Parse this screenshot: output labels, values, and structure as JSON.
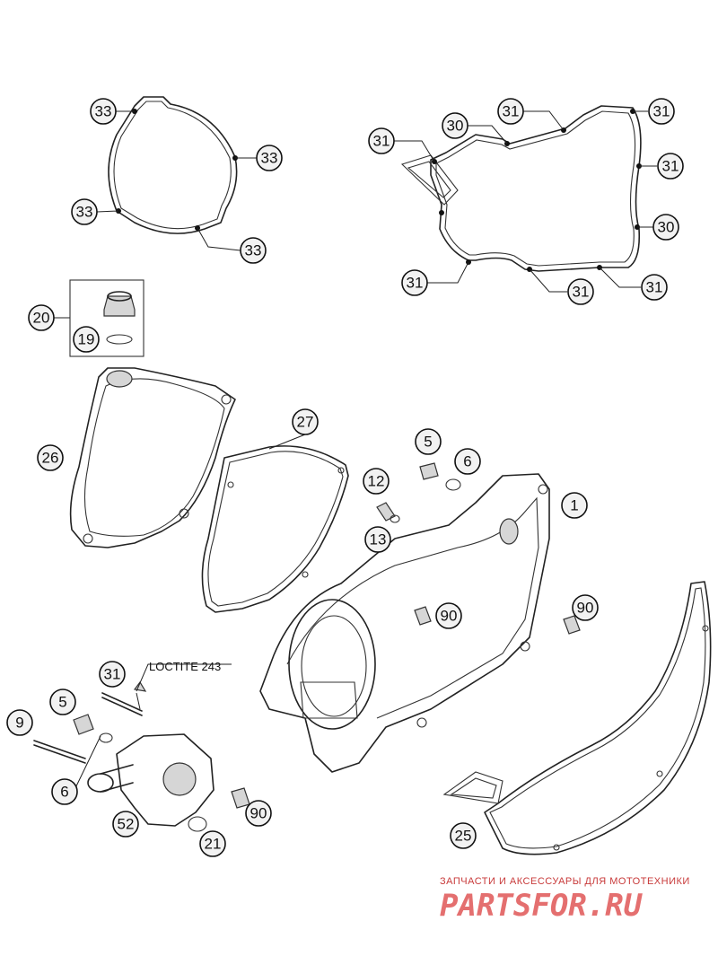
{
  "callouts": [
    "33",
    "33",
    "33",
    "33",
    "31",
    "30",
    "31",
    "31",
    "31",
    "30",
    "31",
    "31",
    "31",
    "20",
    "19",
    "26",
    "27",
    "5",
    "6",
    "12",
    "13",
    "1",
    "90",
    "90",
    "31",
    "5",
    "9",
    "6",
    "52",
    "90",
    "21",
    "25"
  ],
  "note": "LOCTITE 243",
  "watermark": {
    "subtitle": "ЗАПЧАСТИ И АКСЕССУАРЫ ДЛЯ МОТОТЕХНИКИ",
    "brand": "PARTSFOR.RU"
  },
  "colors": {
    "line": "#222222",
    "badge_fill": "#f2f2f2",
    "watermark": "#e05656"
  }
}
